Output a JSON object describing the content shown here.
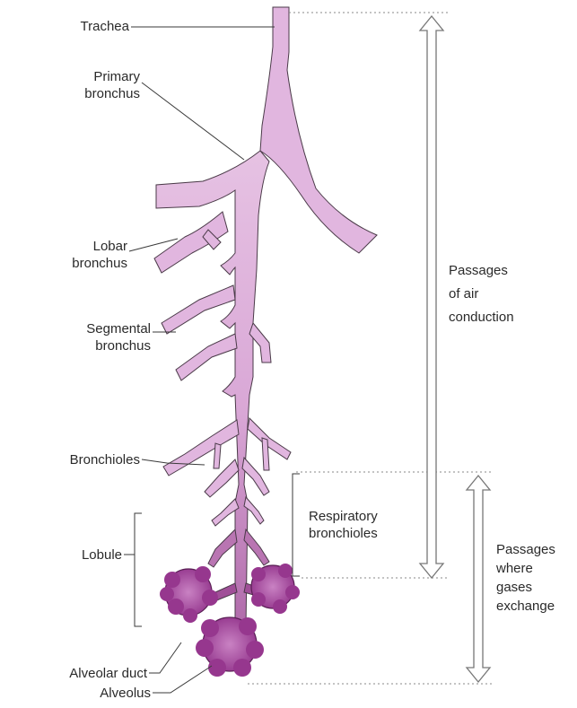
{
  "labels": {
    "trachea": "Trachea",
    "primary_bronchus": [
      "Primary",
      "bronchus"
    ],
    "lobar_bronchus": [
      "Lobar",
      "bronchus"
    ],
    "segmental_bronchus": [
      "Segmental",
      "bronchus"
    ],
    "bronchioles": "Bronchioles",
    "lobule": "Lobule",
    "alveolar_duct": "Alveolar duct",
    "alveolus": "Alveolus",
    "respiratory_bronchioles": [
      "Respiratory",
      "bronchioles"
    ],
    "air_conduction": [
      "Passages",
      "of air",
      "conduction"
    ],
    "gas_exchange": [
      "Passages",
      "where",
      "gases",
      "exchange"
    ]
  },
  "colors": {
    "airway_fill": "#e1b6df",
    "airway_stroke": "#4a3a48",
    "alveoli_fill": "#96378e",
    "leader_line": "#3a3a3a",
    "dotted_line": "#8a8a8a",
    "arrow_stroke": "#777777"
  }
}
